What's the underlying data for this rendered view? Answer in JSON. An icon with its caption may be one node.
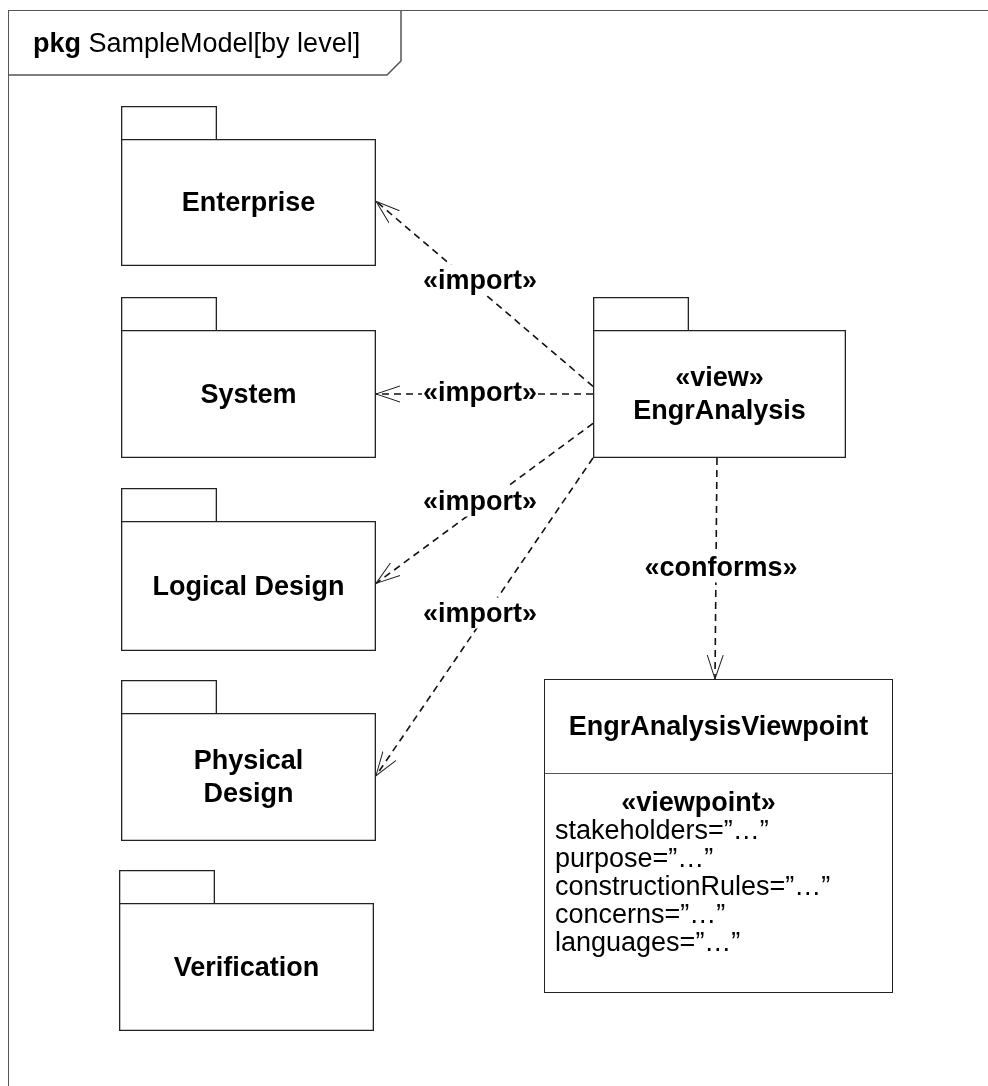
{
  "diagram": {
    "nodes": [
      {
        "text": [
          "**pkg** SampleModel[by level]"
        ]
      },
      {
        "text": [
          "Enterprise"
        ],
        "in": 0
      },
      {
        "text": [
          "System"
        ],
        "in": 0
      },
      {
        "text": [
          "Logical Design"
        ],
        "in": 0
      },
      {
        "text": [
          "Physical Design"
        ],
        "in": 0
      },
      {
        "text": [
          "Verification"
        ],
        "in": 0
      },
      {
        "text": [
          "«view»",
          "EngrAnalysis"
        ],
        "in": 0
      },
      {
        "text": [
          "EngrAnalysisViewpoint",
          "«viewpoint»",
          "stakeholders=”…”",
          "purpose=”…”",
          "constructionRules=”…”",
          "concerns=”…”",
          "languages=”…”"
        ],
        "in": 0
      }
    ],
    "edges": [
      {
        "from": 6,
        "to": 1,
        "arrow": "to",
        "label": "«import»",
        "style": "dashed"
      },
      {
        "from": 6,
        "to": 2,
        "arrow": "to",
        "label": "«import»",
        "style": "dashed"
      },
      {
        "from": 6,
        "to": 3,
        "arrow": "to",
        "label": "«import»",
        "style": "dashed"
      },
      {
        "from": 6,
        "to": 4,
        "arrow": "to",
        "label": "«import»",
        "style": "dashed"
      },
      {
        "from": 6,
        "to": 7,
        "arrow": "to",
        "label": "«conforms»",
        "style": "dashed"
      }
    ]
  }
}
